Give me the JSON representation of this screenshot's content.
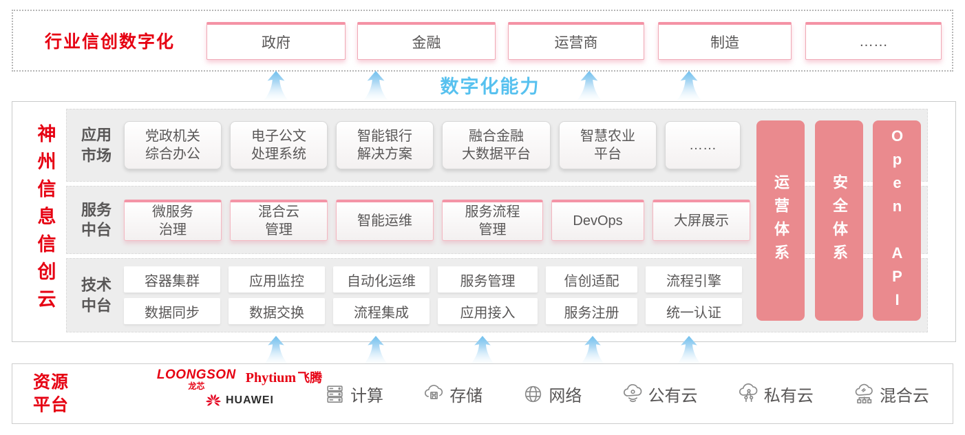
{
  "colors": {
    "brand_red": "#e60012",
    "accent_blue": "#57c1ef",
    "bar_pink": "#ea8a8e",
    "box_text": "#595757"
  },
  "top_banner": {
    "title": "行业信创数字化",
    "industries": [
      "政府",
      "金融",
      "运营商",
      "制造",
      "……"
    ]
  },
  "capability": {
    "label": "数字化能力"
  },
  "platform": {
    "vertical_title": "神州信息信创云",
    "app_market": {
      "label": "应用\n市场",
      "items": [
        "党政机关\n综合办公",
        "电子公文\n处理系统",
        "智能银行\n解决方案",
        "融合金融\n大数据平台",
        "智慧农业\n平台",
        "……"
      ]
    },
    "service": {
      "label": "服务\n中台",
      "items": [
        "微服务\n治理",
        "混合云\n管理",
        "智能运维",
        "服务流程\n管理",
        "DevOps",
        "大屏展示"
      ]
    },
    "tech": {
      "label": "技术\n中台",
      "row1": [
        "容器集群",
        "应用监控",
        "自动化运维",
        "服务管理",
        "信创适配",
        "流程引擎"
      ],
      "row2": [
        "数据同步",
        "数据交换",
        "流程集成",
        "应用接入",
        "服务注册",
        "统一认证"
      ]
    },
    "side_bars": [
      "运营体系",
      "安全体系",
      "Open API"
    ]
  },
  "resource": {
    "label": "资源\n平台",
    "vendors": {
      "loongson_en": "LOONGSON",
      "loongson_cn": "龙芯",
      "phytium_en": "Phytium",
      "phytium_cn": "飞腾",
      "huawei": "HUAWEI"
    },
    "items": [
      {
        "icon": "server-icon",
        "label": "计算"
      },
      {
        "icon": "storage-cloud-icon",
        "label": "存储"
      },
      {
        "icon": "network-globe-icon",
        "label": "网络"
      },
      {
        "icon": "public-cloud-icon",
        "label": "公有云"
      },
      {
        "icon": "private-cloud-icon",
        "label": "私有云"
      },
      {
        "icon": "hybrid-cloud-icon",
        "label": "混合云"
      }
    ]
  }
}
